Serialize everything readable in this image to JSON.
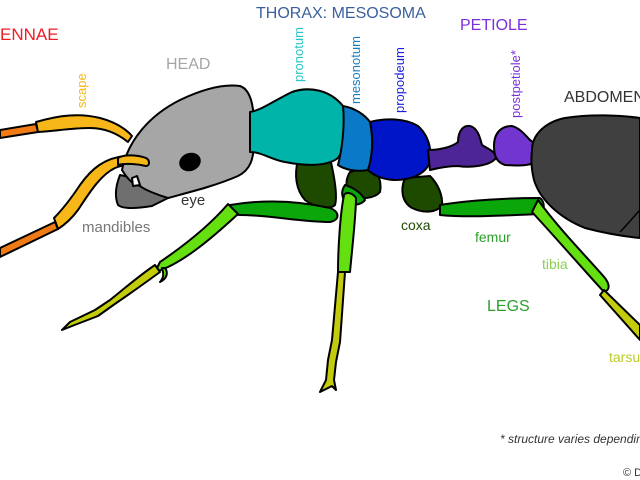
{
  "title": "Ant anatomy",
  "labels": {
    "antennae": "ANTENNAE",
    "scape": "scape",
    "head": "HEAD",
    "mandibles": "mandibles",
    "eye": "eye",
    "thorax": "THORAX: MESOSOMA",
    "pronotum": "pronotum",
    "mesonotum": "mesonotum",
    "propodeum": "propodeum",
    "petiole": "PETIOLE",
    "postpetiole": "postpetiole*",
    "abdomen": "ABDOMEN",
    "coxa": "coxa",
    "femur": "femur",
    "tibia": "tibia",
    "legs": "LEGS",
    "tarsus": "tarsus",
    "footnote": "* structure varies depending",
    "copyright": "© D"
  },
  "colors": {
    "antennae_label": "#ee1c24",
    "scape": "#f7b718",
    "funiculus": "#f07b14",
    "head": "#a6a6a6",
    "head_label": "#a6a6a6",
    "mandibles": "#6f6f6f",
    "eye": "#000000",
    "thorax_label": "#3a5fa0",
    "pronotum": "#00b4aa",
    "pronotum_label": "#2cc5c5",
    "mesonotum": "#0a7ac8",
    "mesonotum_label": "#1a7dc2",
    "propodeum": "#0014c8",
    "propodeum_label": "#1a1ee0",
    "petiole": "#4e2596",
    "postpetiole": "#7335d0",
    "petiole_label": "#7a30d8",
    "abdomen": "#404040",
    "abdomen_label": "#333333",
    "coxa": "#1e4a00",
    "femur": "#0aa60a",
    "femur_label": "#2aa02a",
    "tibia": "#64e010",
    "tibia_label": "#8ad050",
    "tarsus": "#c2cc0c",
    "tarsus_label": "#bccc2a",
    "legs_label": "#2aa02a",
    "coxa_label": "#1e4a00"
  }
}
